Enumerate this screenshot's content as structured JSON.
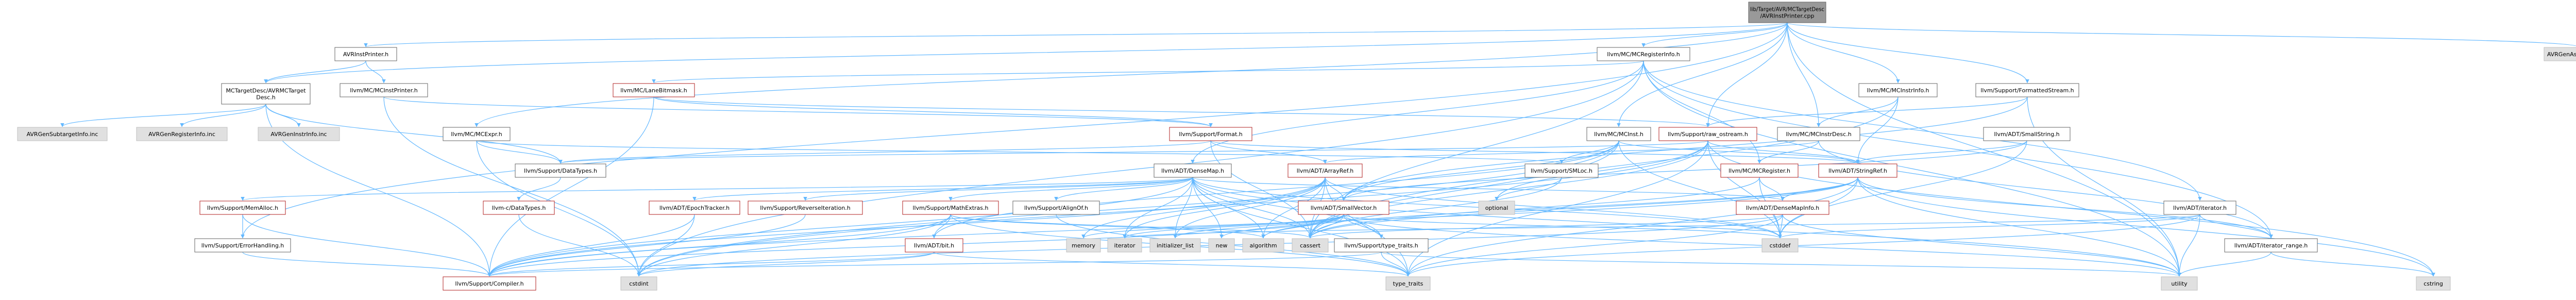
{
  "diagram": {
    "type": "include-dependency-graph",
    "colors": {
      "edge": "#63b8ff",
      "node_border_red": "#b22222",
      "node_border_black": "#666666",
      "node_border_gray": "#bfbfbf",
      "node_fill_white": "#ffffff",
      "node_fill_gray": "#e0e0e0",
      "root_fill": "#999999",
      "link_text": "#b22222"
    },
    "nodes": [
      {
        "id": "root",
        "label": [
          "lib/Target/AVR/MCTargetDesc",
          "/AVRInstPrinter.cpp"
        ],
        "style": "root"
      },
      {
        "id": "avrinstprinter_h",
        "label": [
          "AVRInstPrinter.h"
        ],
        "style": "black"
      },
      {
        "id": "mcregisterinfo_h",
        "label": [
          "llvm/MC/MCRegisterInfo.h"
        ],
        "style": "black"
      },
      {
        "id": "mcinstinfo_h",
        "label": [
          "llvm/MC/MCInstrInfo.h"
        ],
        "style": "black"
      },
      {
        "id": "formattedstream_h",
        "label": [
          "llvm/Support/FormattedStream.h"
        ],
        "style": "black"
      },
      {
        "id": "avrgenasmwriter",
        "label": [
          "AVRGenAsmWriter.inc"
        ],
        "style": "gray"
      },
      {
        "id": "avrmctargetdesc",
        "label": [
          "MCTargetDesc/AVRMCTarget",
          "Desc.h"
        ],
        "style": "black"
      },
      {
        "id": "mcinstprinter_h",
        "label": [
          "llvm/MC/MCInstPrinter.h"
        ],
        "style": "black"
      },
      {
        "id": "lanebitmask_h",
        "label": [
          "llvm/MC/LaneBitmask.h"
        ],
        "style": "red"
      },
      {
        "id": "smallstring_h",
        "label": [
          "llvm/ADT/SmallString.h"
        ],
        "style": "black"
      },
      {
        "id": "avrgensubtarget",
        "label": [
          "AVRGenSubtargetInfo.inc"
        ],
        "style": "gray"
      },
      {
        "id": "avrgenregisterinfo",
        "label": [
          "AVRGenRegisterInfo.inc"
        ],
        "style": "gray"
      },
      {
        "id": "avrgeninstrinfo",
        "label": [
          "AVRGenInstrInfo.inc"
        ],
        "style": "gray"
      },
      {
        "id": "mcexpr_h",
        "label": [
          "llvm/MC/MCExpr.h"
        ],
        "style": "black"
      },
      {
        "id": "mcinst_h",
        "label": [
          "llvm/MC/MCInst.h"
        ],
        "style": "black"
      },
      {
        "id": "format_h",
        "label": [
          "llvm/Support/Format.h"
        ],
        "style": "red"
      },
      {
        "id": "raw_ostream_h",
        "label": [
          "llvm/Support/raw_ostream.h"
        ],
        "style": "red"
      },
      {
        "id": "mcinstrdesc_h",
        "label": [
          "llvm/MC/MCInstrDesc.h"
        ],
        "style": "black"
      },
      {
        "id": "densemap_h",
        "label": [
          "llvm/ADT/DenseMap.h"
        ],
        "style": "black"
      },
      {
        "id": "datatypes_h",
        "label": [
          "llvm/Support/DataTypes.h"
        ],
        "style": "black"
      },
      {
        "id": "arrayref_h",
        "label": [
          "llvm/ADT/ArrayRef.h"
        ],
        "style": "red"
      },
      {
        "id": "smloc_h",
        "label": [
          "llvm/Support/SMLoc.h"
        ],
        "style": "black"
      },
      {
        "id": "mcregister_h",
        "label": [
          "llvm/MC/MCRegister.h"
        ],
        "style": "red"
      },
      {
        "id": "stringref_h",
        "label": [
          "llvm/ADT/StringRef.h"
        ],
        "style": "red"
      },
      {
        "id": "memalloc_h",
        "label": [
          "llvm/Support/MemAlloc.h"
        ],
        "style": "red"
      },
      {
        "id": "c_datatypes_h",
        "label": [
          "llvm-c/DataTypes.h"
        ],
        "style": "red"
      },
      {
        "id": "epochtracker_h",
        "label": [
          "llvm/ADT/EpochTracker.h"
        ],
        "style": "red"
      },
      {
        "id": "reverseiteration_h",
        "label": [
          "llvm/Support/ReverseIteration.h"
        ],
        "style": "red"
      },
      {
        "id": "mathextras_h",
        "label": [
          "llvm/Support/MathExtras.h"
        ],
        "style": "red"
      },
      {
        "id": "alignof_h",
        "label": [
          "llvm/Support/AlignOf.h"
        ],
        "style": "black"
      },
      {
        "id": "smallvector_h",
        "label": [
          "llvm/ADT/SmallVector.h"
        ],
        "style": "red"
      },
      {
        "id": "optional",
        "label": [
          "optional"
        ],
        "style": "gray"
      },
      {
        "id": "densemapinfo_h",
        "label": [
          "llvm/ADT/DenseMapInfo.h"
        ],
        "style": "red"
      },
      {
        "id": "iterator_h",
        "label": [
          "llvm/ADT/iterator.h"
        ],
        "style": "black"
      },
      {
        "id": "errorhandling_h",
        "label": [
          "llvm/Support/ErrorHandling.h"
        ],
        "style": "black"
      },
      {
        "id": "bit_h",
        "label": [
          "llvm/ADT/bit.h"
        ],
        "style": "red"
      },
      {
        "id": "type_traits_h",
        "label": [
          "llvm/Support/type_traits.h"
        ],
        "style": "black"
      },
      {
        "id": "memory",
        "label": [
          "memory"
        ],
        "style": "gray"
      },
      {
        "id": "iterator",
        "label": [
          "iterator"
        ],
        "style": "gray"
      },
      {
        "id": "initializer_list",
        "label": [
          "initializer_list"
        ],
        "style": "gray"
      },
      {
        "id": "new",
        "label": [
          "new"
        ],
        "style": "gray"
      },
      {
        "id": "algorithm",
        "label": [
          "algorithm"
        ],
        "style": "gray"
      },
      {
        "id": "cassert",
        "label": [
          "cassert"
        ],
        "style": "gray"
      },
      {
        "id": "cstddef",
        "label": [
          "cstddef"
        ],
        "style": "gray"
      },
      {
        "id": "iterator_range_h",
        "label": [
          "llvm/ADT/iterator_range.h"
        ],
        "style": "black"
      },
      {
        "id": "compiler_h",
        "label": [
          "llvm/Support/Compiler.h"
        ],
        "style": "red"
      },
      {
        "id": "cstdint",
        "label": [
          "cstdint"
        ],
        "style": "gray"
      },
      {
        "id": "type_traits",
        "label": [
          "type_traits"
        ],
        "style": "gray"
      },
      {
        "id": "utility",
        "label": [
          "utility"
        ],
        "style": "gray"
      },
      {
        "id": "cstring",
        "label": [
          "cstring"
        ],
        "style": "gray"
      }
    ]
  }
}
